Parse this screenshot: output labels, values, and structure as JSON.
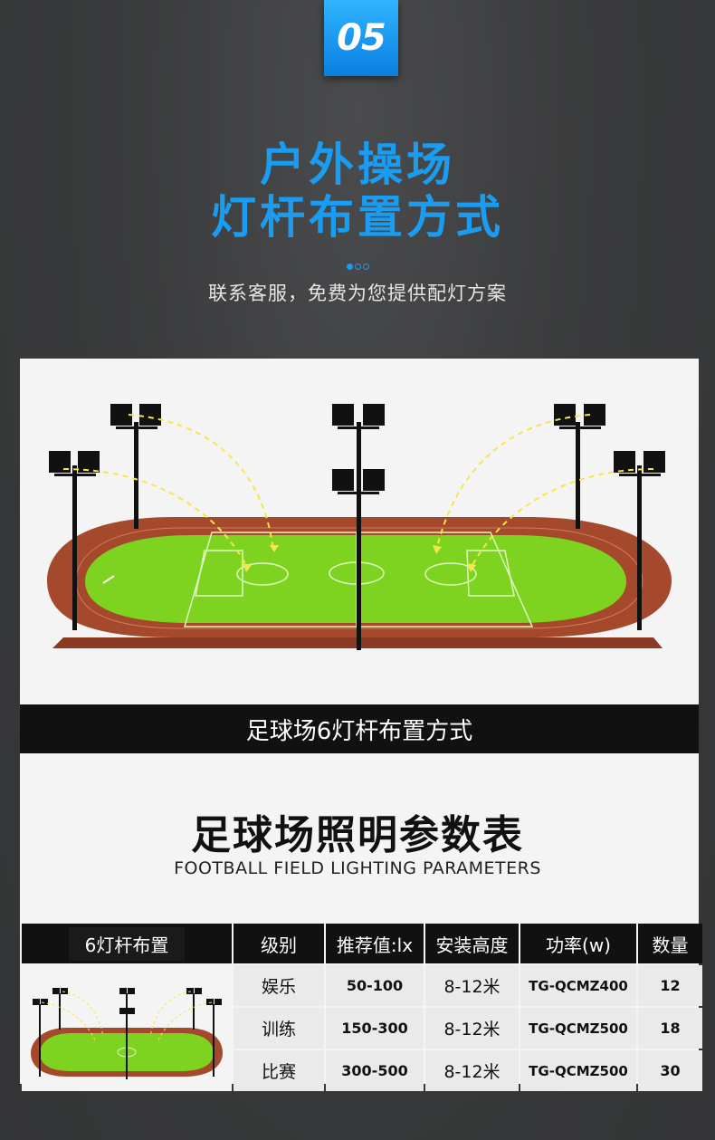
{
  "badge": {
    "number": "05"
  },
  "title": {
    "line1": "户外操场",
    "line2": "灯杆布置方式"
  },
  "subtitle": "联系客服，免费为您提供配灯方案",
  "diagram_caption": "足球场6灯杆布置方式",
  "table_title": {
    "zh": "足球场照明参数表",
    "en": "FOOTBALL FIELD LIGHTING PARAMETERS"
  },
  "table": {
    "headers": [
      "6灯杆布置",
      "级别",
      "推荐值:lx",
      "安装高度",
      "功率(w)",
      "数量"
    ],
    "rows": [
      {
        "level": "娱乐",
        "lux": "50-100",
        "height": "8-12米",
        "model": "TG-QCMZ400",
        "qty": "12"
      },
      {
        "level": "训练",
        "lux": "150-300",
        "height": "8-12米",
        "model": "TG-QCMZ500",
        "qty": "18"
      },
      {
        "level": "比赛",
        "lux": "300-500",
        "height": "8-12米",
        "model": "TG-QCMZ500",
        "qty": "30"
      }
    ]
  },
  "colors": {
    "accent": "#1a9cf0",
    "track": "#a0452a",
    "field": "#7ed321"
  }
}
